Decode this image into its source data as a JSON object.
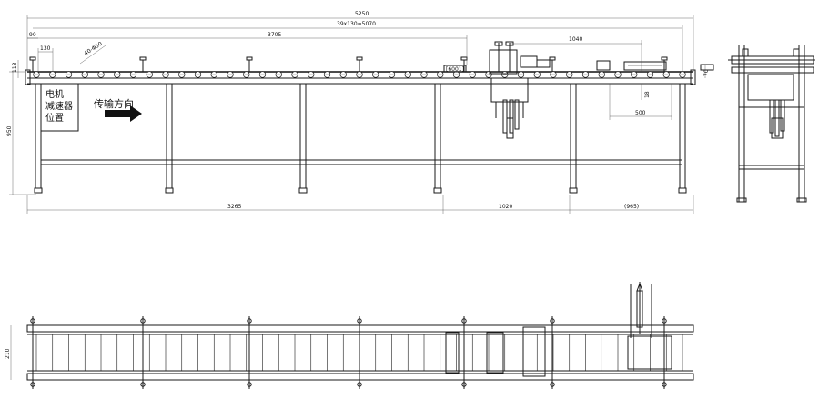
{
  "dimensions": {
    "overall": "5250",
    "pitch": "39x130=5070",
    "d90": "90",
    "d130": "130",
    "d3705": "3705",
    "d1040": "1040",
    "d113": "113",
    "d950": "950",
    "d70": "70",
    "d18": "18",
    "d500": "500",
    "d3265": "3265",
    "d1020": "1020",
    "d965": "(965)",
    "d210": "210",
    "roller_spec": "40-Φ50"
  },
  "labels": {
    "motor_line1": "电机",
    "motor_line2": "减速器",
    "motor_line3": "位置",
    "direction": "传输方向",
    "device_tag": "[6001]"
  }
}
